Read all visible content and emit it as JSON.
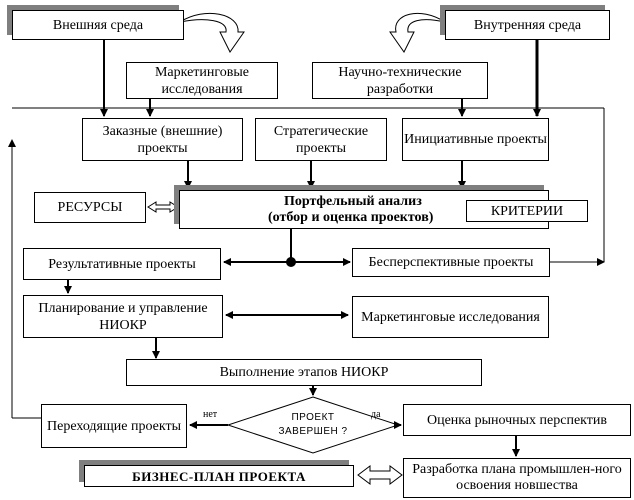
{
  "nodes": {
    "external_env": "Внешняя среда",
    "internal_env": "Внутренняя среда",
    "marketing_research_top": "Маркетинговые исследования",
    "rnd": "Научно-технические разработки",
    "ordered_projects": "Заказные (внешние) проекты",
    "strategic_projects": "Стратегические проекты",
    "initiative_projects": "Инициативные проекты",
    "resources": "РЕСУРСЫ",
    "portfolio_analysis_title": "Портфельный анализ",
    "portfolio_analysis_subtitle": "(отбор и оценка проектов)",
    "criteria": "КРИТЕРИИ",
    "effective_projects": "Результативные проекты",
    "unpromising_projects": "Бесперспективные проекты",
    "planning_management": "Планирование и управление НИОКР",
    "marketing_research_mid": "Маркетинговые исследования",
    "execution": "Выполнение этапов НИОКР",
    "decision": "ПРОЕКТ ЗАВЕРШЕН ?",
    "transitional_projects": "Переходящие проекты",
    "market_evaluation": "Оценка рыночных перспектив",
    "business_plan": "БИЗНЕС-ПЛАН ПРОЕКТА",
    "industrial_plan": "Разработка плана промышлен-ного освоения новшества"
  },
  "edge_labels": {
    "no": "нет",
    "yes": "да"
  },
  "colors": {
    "line": "#000000",
    "shadow": "#7f7f7f"
  }
}
